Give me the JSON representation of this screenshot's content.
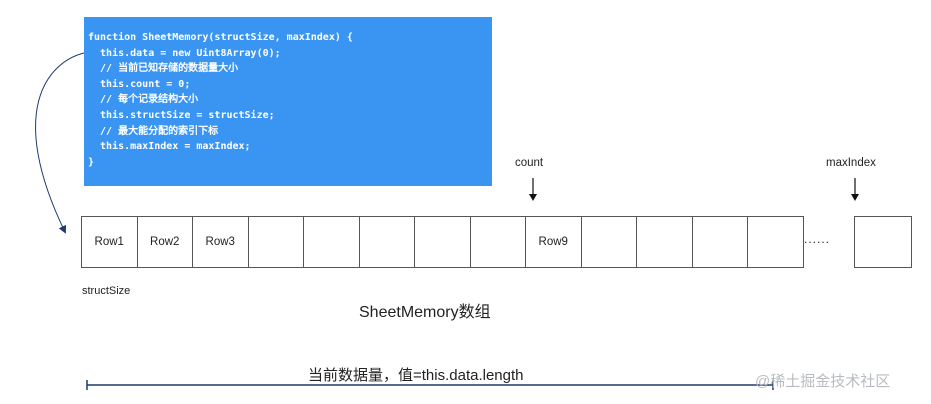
{
  "code": {
    "lines": [
      "function SheetMemory(structSize, maxIndex) {",
      "  this.data = new Uint8Array(0);",
      "  // 当前已知存储的数据量大小",
      "  this.count = 0;",
      "  // 每个记录结构大小",
      "  this.structSize = structSize;",
      "  // 最大能分配的索引下标",
      "  this.maxIndex = maxIndex;",
      "}"
    ],
    "background": "#3a94f2"
  },
  "array": {
    "cells": [
      "Row1",
      "Row2",
      "Row3",
      "",
      "",
      "",
      "",
      "",
      "Row9",
      "",
      "",
      "",
      ""
    ],
    "ellipsis": "......",
    "last_cell": ""
  },
  "pointers": {
    "count": "count",
    "max_index": "maxIndex"
  },
  "labels": {
    "struct_size": "structSize",
    "array_name": "SheetMemory数组",
    "length": "当前数据量，值=this.data.length"
  },
  "colors": {
    "measure_line": "#1e3a70"
  },
  "watermark": "@稀土掘金技术社区"
}
